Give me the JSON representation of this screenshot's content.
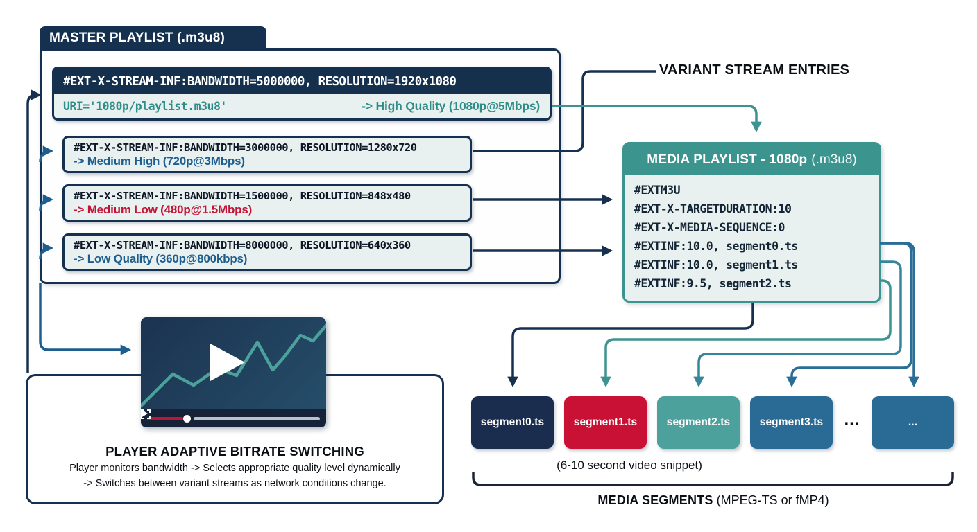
{
  "master": {
    "tab_label": "MASTER PLAYLIST (.m3u8)",
    "entries": [
      {
        "header": "#EXT-X-STREAM-INF:BANDWIDTH=5000000, RESOLUTION=1920x1080",
        "uri": "URI='1080p/playlist.m3u8'",
        "quality": "-> High Quality (1080p@5Mbps)",
        "quality_color": "#2f8d89"
      },
      {
        "line1": "#EXT-X-STREAM-INF:BANDWIDTH=3000000, RESOLUTION=1280x720",
        "line2": "-> Medium High (720p@3Mbps)",
        "quality_color": "#1d5e8f"
      },
      {
        "line1": "#EXT-X-STREAM-INF:BANDWIDTH=1500000, RESOLUTION=848x480",
        "line2": "-> Medium Low (480p@1.5Mbps)",
        "quality_color": "#c31235"
      },
      {
        "line1": "#EXT-X-STREAM-INF:BANDWIDTH=8000000, RESOLUTION=640x360",
        "line2": "-> Low Quality (360p@800kbps)",
        "quality_color": "#1d5e8f"
      }
    ]
  },
  "variant_label": "VARIANT STREAM ENTRIES",
  "media_playlist": {
    "title_bold": "MEDIA PLAYLIST - 1080p",
    "title_suffix": "(.m3u8)",
    "lines": [
      "#EXTM3U",
      "#EXT-X-TARGETDURATION:10",
      "#EXT-X-MEDIA-SEQUENCE:0",
      "#EXTINF:10.0, segment0.ts",
      "#EXTINF:10.0, segment1.ts",
      "#EXTINF:9.5, segment2.ts"
    ]
  },
  "player": {
    "title": "PLAYER ADAPTIVE BITRATE SWITCHING",
    "desc_line1": "Player monitors bandwidth -> Selects appropriate quality level dynamically",
    "desc_line2": "-> Switches between variant streams as network conditions change."
  },
  "segments": {
    "boxes": [
      {
        "label": "segment0.ts",
        "color": "#1b2d4f"
      },
      {
        "label": "segment1.ts",
        "color": "#c81135"
      },
      {
        "label": "segment2.ts",
        "color": "#4da19c"
      },
      {
        "label": "segment3.ts",
        "color": "#2a6b95"
      },
      {
        "label": "...",
        "color": "#2a6b95"
      }
    ],
    "between_dots": "...",
    "snippet_note": "(6-10 second video snippet)",
    "caption_bold": "MEDIA SEGMENTS",
    "caption_suffix": "(MPEG-TS or fMP4)"
  },
  "colors": {
    "navy": "#16304f",
    "steel_blue": "#1d5e8f",
    "steel": "#2a6d96",
    "teal": "#3d9391",
    "teal_steel": "#35859b",
    "crimson": "#c31235",
    "box_bg": "#e9f1f0",
    "media_header_teal": "#3c948f"
  }
}
